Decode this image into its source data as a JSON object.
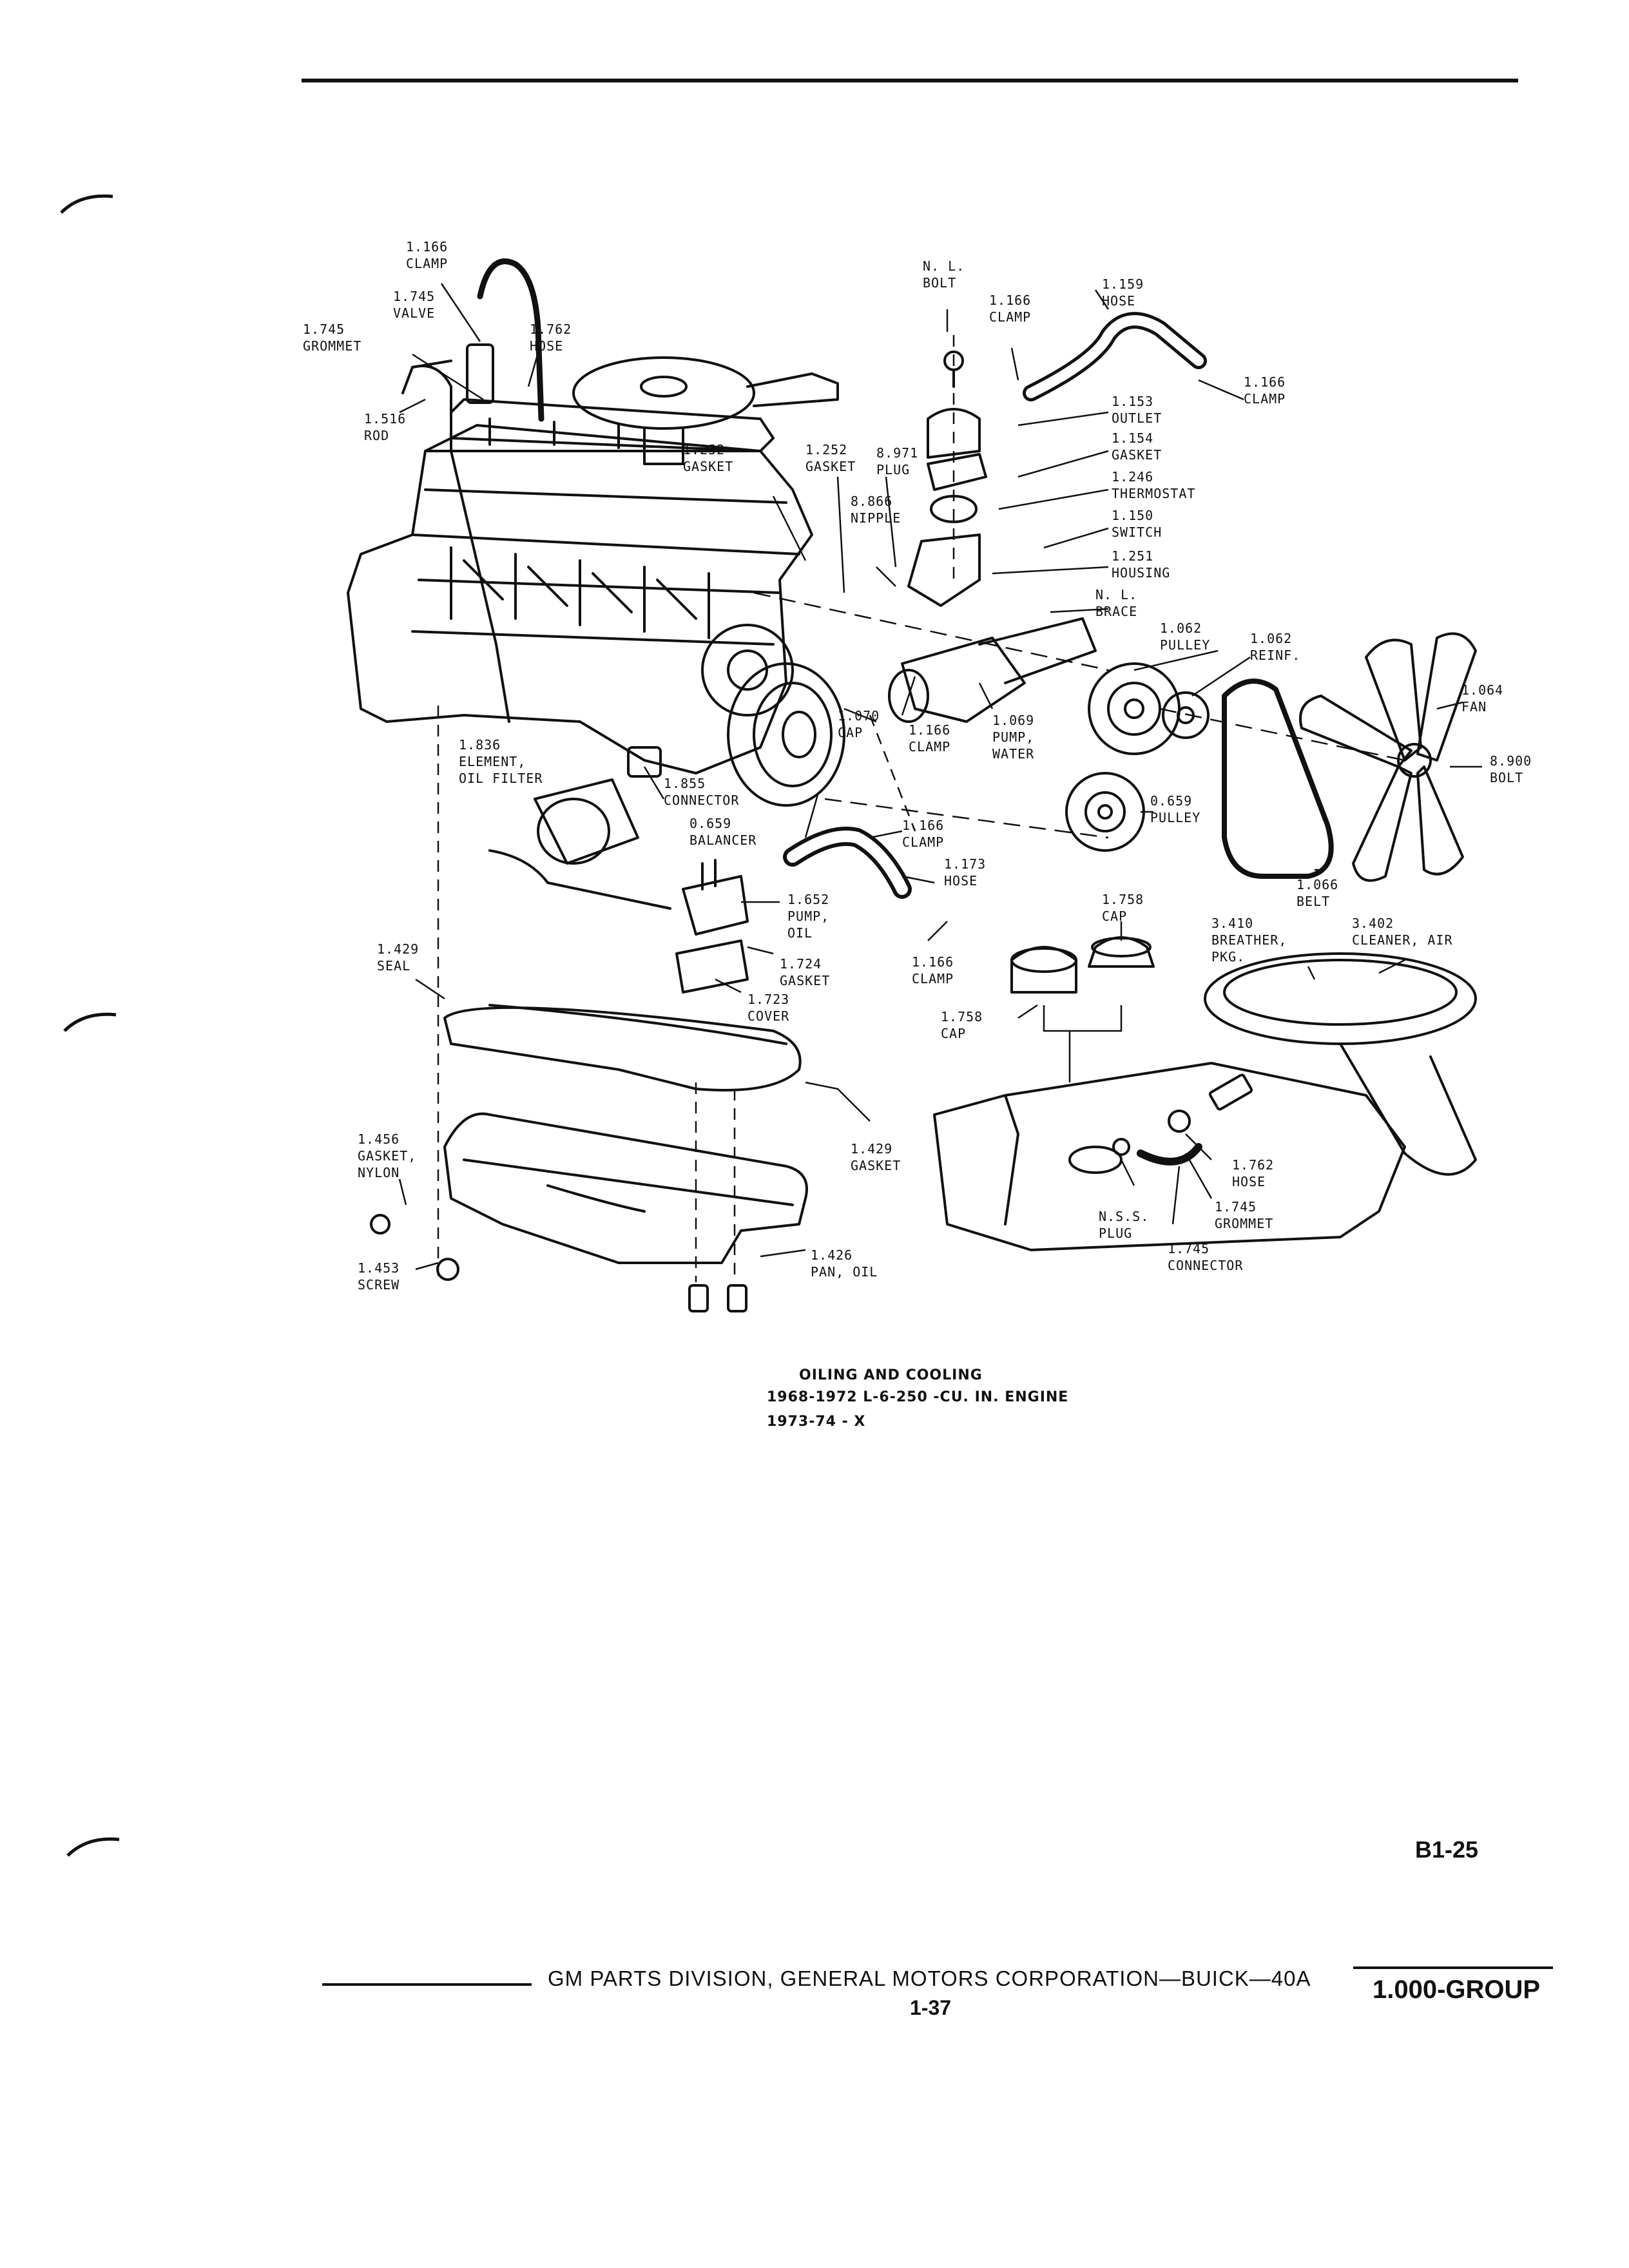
{
  "callouts": [
    {
      "id": "clamp-1166-top",
      "num": "1.166",
      "name": "CLAMP"
    },
    {
      "id": "valve-1745",
      "num": "1.745",
      "name": "VALVE"
    },
    {
      "id": "grommet-1745",
      "num": "1.745",
      "name": "GROMMET"
    },
    {
      "id": "hose-1762",
      "num": "1.762",
      "name": "HOSE"
    },
    {
      "id": "rod-1516",
      "num": "1.516",
      "name": "ROD"
    },
    {
      "id": "gasket-1252-a",
      "num": "1.252",
      "name": "GASKET"
    },
    {
      "id": "gasket-1252-b",
      "num": "1.252",
      "name": "GASKET"
    },
    {
      "id": "plug-8971",
      "num": "8.971",
      "name": "PLUG"
    },
    {
      "id": "nipple-8866",
      "num": "8.866",
      "name": "NIPPLE"
    },
    {
      "id": "bolt-nl",
      "num": "N. L.",
      "name": "BOLT"
    },
    {
      "id": "clamp-1166-b",
      "num": "1.166",
      "name": "CLAMP"
    },
    {
      "id": "hose-1159",
      "num": "1.159",
      "name": "HOSE"
    },
    {
      "id": "clamp-1166-c",
      "num": "1.166",
      "name": "CLAMP"
    },
    {
      "id": "outlet-1153",
      "num": "1.153",
      "name": "OUTLET"
    },
    {
      "id": "gasket-1154",
      "num": "1.154",
      "name": "GASKET"
    },
    {
      "id": "thermostat-1246",
      "num": "1.246",
      "name": "THERMOSTAT"
    },
    {
      "id": "switch-1150",
      "num": "1.150",
      "name": "SWITCH"
    },
    {
      "id": "housing-1251",
      "num": "1.251",
      "name": "HOUSING"
    },
    {
      "id": "brace-nl",
      "num": "N. L.",
      "name": "BRACE"
    },
    {
      "id": "pulley-1062",
      "num": "1.062",
      "name": "PULLEY"
    },
    {
      "id": "reinf-1062",
      "num": "1.062",
      "name": "REINF."
    },
    {
      "id": "fan-1064",
      "num": "1.064",
      "name": "FAN"
    },
    {
      "id": "bolt-8900",
      "num": "8.900",
      "name": "BOLT"
    },
    {
      "id": "element-1836",
      "num": "1.836",
      "name": "ELEMENT,\nOIL FILTER"
    },
    {
      "id": "connector-1855",
      "num": "1.855",
      "name": "CONNECTOR"
    },
    {
      "id": "balancer-0659",
      "num": "0.659",
      "name": "BALANCER"
    },
    {
      "id": "cap-1070",
      "num": "1.070",
      "name": "CAP"
    },
    {
      "id": "clamp-1166-d",
      "num": "1.166",
      "name": "CLAMP"
    },
    {
      "id": "pump-water-1069",
      "num": "1.069",
      "name": "PUMP,\nWATER"
    },
    {
      "id": "pulley-0659",
      "num": "0.659",
      "name": "PULLEY"
    },
    {
      "id": "belt-1066",
      "num": "1.066",
      "name": "BELT"
    },
    {
      "id": "clamp-1166-e",
      "num": "1.166",
      "name": "CLAMP"
    },
    {
      "id": "hose-1173",
      "num": "1.173",
      "name": "HOSE"
    },
    {
      "id": "pump-oil-1652",
      "num": "1.652",
      "name": "PUMP,\nOIL"
    },
    {
      "id": "gasket-1724",
      "num": "1.724",
      "name": "GASKET"
    },
    {
      "id": "cover-1723",
      "num": "1.723",
      "name": "COVER"
    },
    {
      "id": "clamp-1166-f",
      "num": "1.166",
      "name": "CLAMP"
    },
    {
      "id": "cap-1758-a",
      "num": "1.758",
      "name": "CAP"
    },
    {
      "id": "cap-1758-b",
      "num": "1.758",
      "name": "CAP"
    },
    {
      "id": "breather-3410",
      "num": "3.410",
      "name": "BREATHER,\nPKG."
    },
    {
      "id": "cleaner-3402",
      "num": "3.402",
      "name": "CLEANER, AIR"
    },
    {
      "id": "seal-1429",
      "num": "1.429",
      "name": "SEAL"
    },
    {
      "id": "gasket-1429",
      "num": "1.429",
      "name": "GASKET"
    },
    {
      "id": "gasket-nylon-1456",
      "num": "1.456",
      "name": "GASKET,\nNYLON"
    },
    {
      "id": "screw-1453",
      "num": "1.453",
      "name": "SCREW"
    },
    {
      "id": "pan-oil-1426",
      "num": "1.426",
      "name": "PAN, OIL"
    },
    {
      "id": "hose-1762-b",
      "num": "1.762",
      "name": "HOSE"
    },
    {
      "id": "grommet-1745-b",
      "num": "1.745",
      "name": "GROMMET"
    },
    {
      "id": "plug-nss",
      "num": "N.S.S.",
      "name": "PLUG"
    },
    {
      "id": "connector-1745",
      "num": "1.745",
      "name": "CONNECTOR"
    }
  ],
  "caption": {
    "line1": "OILING AND COOLING",
    "line2": "1968-1972 L-6-250 -CU. IN. ENGINE",
    "line3": "1973-74 - X"
  },
  "page_code": "B1-25",
  "footer": {
    "publisher": "GM PARTS DIVISION, GENERAL MOTORS CORPORATION—BUICK—40A",
    "page_number": "1-37",
    "group": "1.000-GROUP"
  }
}
